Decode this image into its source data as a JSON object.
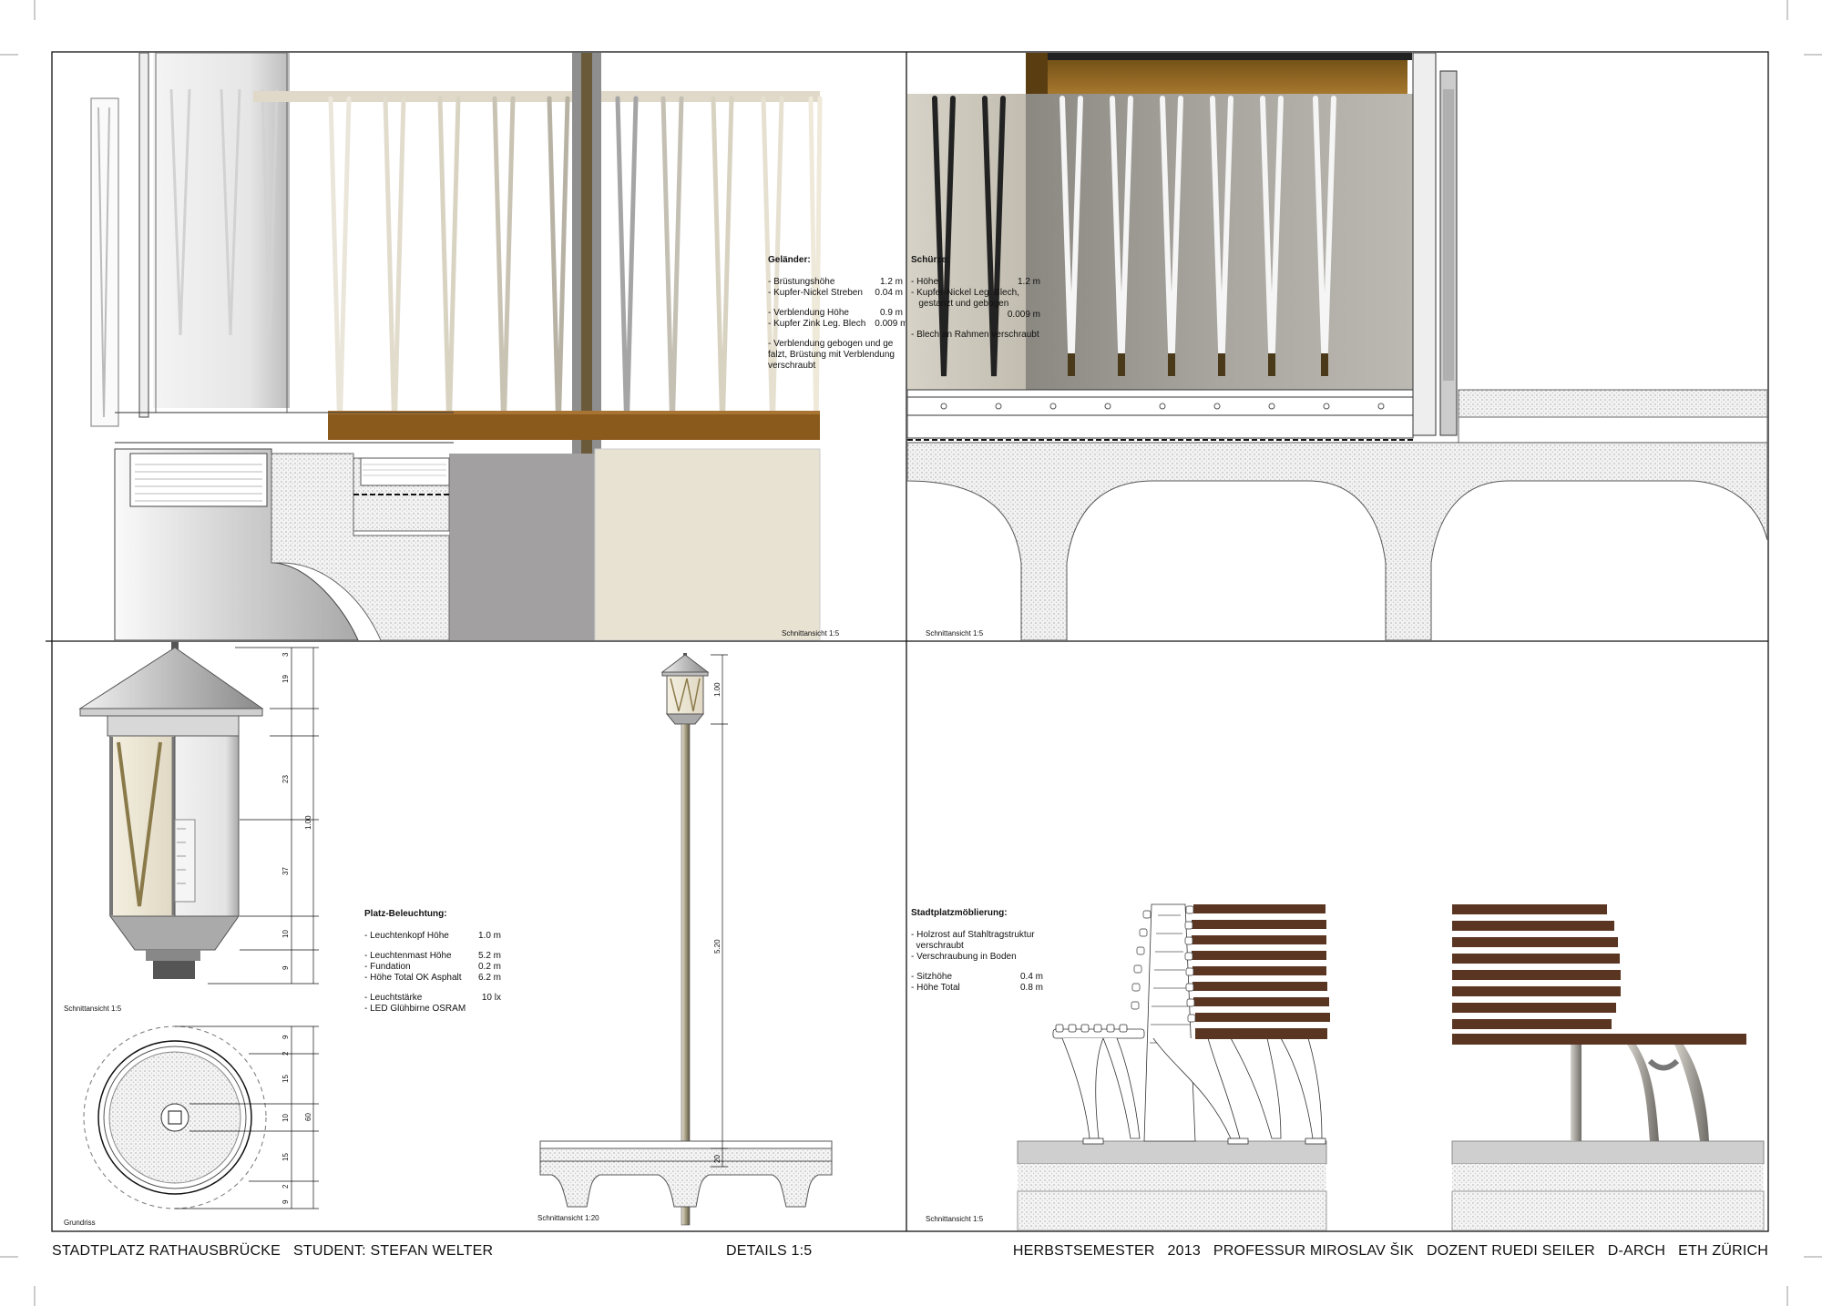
{
  "footer": {
    "left": "STADTPLATZ RATHAUSBRÜCKE   STUDENT: STEFAN WELTER",
    "center": "DETAILS 1:5",
    "right": "HERBSTSEMESTER   2013   PROFESSUR MIROSLAV ŠIK   DOZENT RUEDI SEILER   D-ARCH   ETH ZÜRICH"
  },
  "gelaender": {
    "title": "Geländer:",
    "rows": [
      {
        "label": "- Brüstungshöhe",
        "value": "1.2 m"
      },
      {
        "label": "- Kupfer-Nickel Streben",
        "value": "0.04 m"
      },
      {
        "label": "- Verblendung Höhe",
        "value": "0.9 m"
      },
      {
        "label": "- Kupfer Zink Leg. Blech",
        "value": "0.009 m"
      }
    ],
    "note": "- Verblendung gebogen und ge falzt, Brüstung mit Verblendung verschraubt",
    "scale": "Schnittansicht 1:5"
  },
  "schuerze": {
    "title": "Schürze:",
    "rows": [
      {
        "label": "- Höhe",
        "value": "1.2 m"
      },
      {
        "label": "- Kupfer-Nickel Leg. Blech,",
        "value": ""
      },
      {
        "label": "   gestanzt und gebogen",
        "value": ""
      },
      {
        "label": "",
        "value": "0.009 m"
      }
    ],
    "note": "- Blech an Rahmen verschraubt",
    "scale": "Schnittansicht 1:5"
  },
  "beleuchtung": {
    "title": "Platz-Beleuchtung:",
    "rows": [
      {
        "label": "- Leuchtenkopf Höhe",
        "value": "1.0 m"
      },
      {
        "label": "- Leuchtenmast  Höhe",
        "value": "5.2 m"
      },
      {
        "label": "- Fundation",
        "value": "0.2 m"
      },
      {
        "label": "- Höhe Total OK Asphalt",
        "value": "6.2 m"
      },
      {
        "label": "- Leuchtstärke",
        "value": "10 lx"
      },
      {
        "label": "- LED Glühbirne OSRAM",
        "value": ""
      }
    ],
    "scale_head": "Schnittansicht 1:5",
    "scale_plan": "Grundriss",
    "scale_mast": "Schnittansicht 1:20",
    "dims_head": [
      "3",
      "19",
      "23",
      "37",
      "10",
      "9"
    ],
    "dim_head_total": "1.00",
    "dims_plan": [
      "9",
      "2",
      "15",
      "10",
      "15",
      "2",
      "9"
    ],
    "dim_plan_total": "60",
    "dim_mast_head": "1.00",
    "dim_mast": "5.20",
    "dim_mast_found": "20"
  },
  "moeblierung": {
    "title": "Stadtplatzmöblierung:",
    "rows": [
      {
        "label": "- Holzrost auf Stahltragstruktur",
        "value": ""
      },
      {
        "label": "  verschraubt",
        "value": ""
      },
      {
        "label": "- Verschraubung in Boden",
        "value": ""
      },
      {
        "label": "- Sitzhöhe",
        "value": "0.4 m"
      },
      {
        "label": "- Höhe Total",
        "value": "0.8 m"
      }
    ],
    "scale": "Schnittansicht 1:5"
  },
  "colors": {
    "wood": "#8a5a1c",
    "bench_wood": "#5a3522",
    "concrete": "#cfcfcf",
    "metal": "#9a9a9a"
  }
}
